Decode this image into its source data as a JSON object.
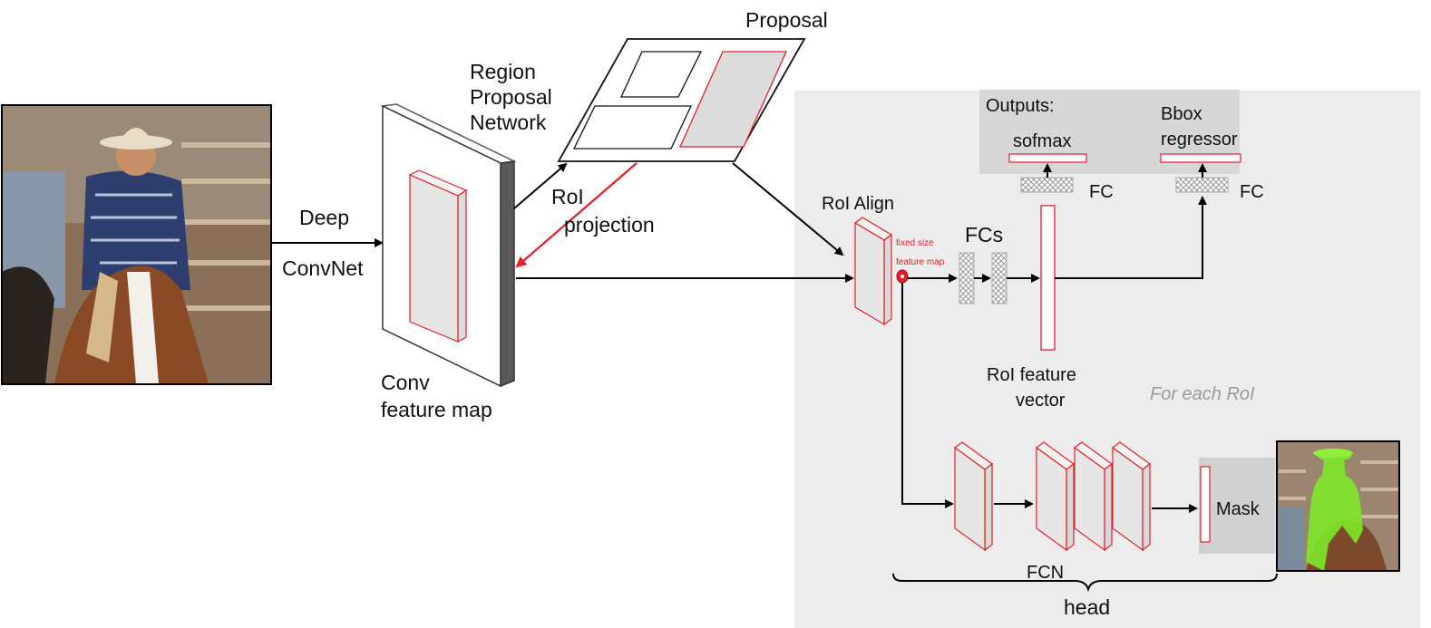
{
  "labels": {
    "deep": "Deep",
    "convnet": "ConvNet",
    "conv_feature_map_line1": "Conv",
    "conv_feature_map_line2": "feature map",
    "rpn_line1": "Region",
    "rpn_line2": "Proposal",
    "rpn_line3": "Network",
    "proposal": "Proposal",
    "roi_projection_line1": "RoI",
    "roi_projection_line2": "projection",
    "roi_align": "RoI Align",
    "fixed_size_line1": "fixed size",
    "fixed_size_line2": "feature map",
    "fcs": "FCs",
    "roi_feature_vector_line1": "RoI  feature",
    "roi_feature_vector_line2": "vector",
    "outputs": "Outputs:",
    "sofmax": "sofmax",
    "bbox_line1": "Bbox",
    "bbox_line2": "regressor",
    "fc_left": "FC",
    "fc_right": "FC",
    "for_each_roi": "For each RoI",
    "mask": "Mask",
    "fcn": "FCN",
    "head": "head"
  },
  "colors": {
    "accent_red": "#e0202a",
    "panel_gray": "#ececec",
    "outputs_gray": "#d7d7d7",
    "mask_gray": "#d0d0d0",
    "feature_fill": "#e6e6e6",
    "mask_green": "#7ee82a"
  },
  "icons": {
    "input_photo": "rider-on-horse-photo",
    "output_photo": "rider-with-green-mask-photo"
  }
}
